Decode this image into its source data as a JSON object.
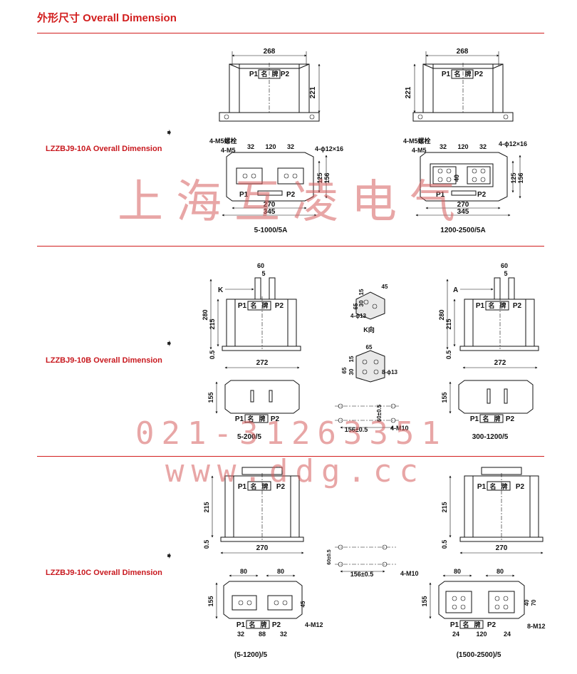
{
  "title": "外形尺寸  Overall Dimension",
  "colors": {
    "accent": "#d21e1e",
    "watermark": "#d65c5c"
  },
  "icons": {
    "bullet": "arrow-right-icon"
  },
  "sections": [
    {
      "label": "LZZBJ9-10A Overall Dimension",
      "variants": [
        {
          "caption": "5-1000/5A",
          "front": {
            "width": "268",
            "height": "221"
          },
          "plan": {
            "bolt_note": "4-M5螺栓",
            "screw": "4-M5",
            "hole": "4-ϕ12×16",
            "dims": [
              "32",
              "120",
              "32"
            ],
            "depth": [
              "125",
              "156"
            ],
            "base": [
              "270",
              "345"
            ]
          }
        },
        {
          "caption": "1200-2500/5A",
          "front": {
            "width": "268",
            "height": "221"
          },
          "plan": {
            "bolt_note": "4-M5螺栓",
            "screw": "4-M5",
            "hole": "4-ϕ12×16",
            "dims": [
              "32",
              "120",
              "32"
            ],
            "depth": [
              "125",
              "156"
            ],
            "inner": "40",
            "base": [
              "270",
              "345"
            ]
          }
        }
      ]
    },
    {
      "label": "LZZBJ9-10B Overall Dimension",
      "variants": [
        {
          "caption": "5-200/5",
          "front": {
            "view": "K",
            "top": [
              "60",
              "5"
            ],
            "height": [
              "280",
              "215",
              "0.5"
            ],
            "width": "272"
          },
          "plan": {
            "height": "155"
          }
        },
        {
          "caption": "300-1200/5",
          "front": {
            "view": "A",
            "top": [
              "60",
              "5"
            ],
            "height": [
              "280",
              "215",
              "0.5"
            ],
            "width": "272"
          },
          "plan": {
            "height": "155"
          }
        }
      ],
      "details": {
        "k_view": {
          "dims": [
            "45",
            "15",
            "30",
            "65"
          ],
          "hole": "4-ϕ13",
          "caption": "K向"
        },
        "a_view": {
          "dims": [
            "65",
            "15",
            "65",
            "30"
          ],
          "hole": "8-ϕ13"
        },
        "mount": {
          "width": "156±0.5",
          "height": "60±0.5",
          "screw": "4-M10"
        }
      }
    },
    {
      "label": "LZZBJ9-10C Overall Dimension",
      "variants": [
        {
          "caption": "(5-1200)/5",
          "front": {
            "height": [
              "215",
              "0.5"
            ],
            "width": "270"
          },
          "plan": {
            "top": [
              "80",
              "80"
            ],
            "height": "155",
            "side": "45",
            "bottom": [
              "32",
              "88",
              "32"
            ],
            "screw": "4-M12"
          }
        },
        {
          "caption": "(1500-2500)/5",
          "front": {
            "height": [
              "215",
              "0.5"
            ],
            "width": "270"
          },
          "plan": {
            "top": [
              "80",
              "80"
            ],
            "height": "155",
            "side": [
              "40",
              "70"
            ],
            "bottom": [
              "24",
              "120",
              "24"
            ],
            "screw": "8-M12"
          }
        }
      ],
      "details": {
        "mount": {
          "width": "156±0.5",
          "height": "60±0.5",
          "screw": "4-M10"
        }
      }
    }
  ],
  "plate": {
    "p1": "P1",
    "p2": "P2",
    "name": "名",
    "plate": "牌"
  },
  "watermark": {
    "company": "上海互凌电气",
    "phone": "021-31263351",
    "web": "www.ddg.cc"
  }
}
